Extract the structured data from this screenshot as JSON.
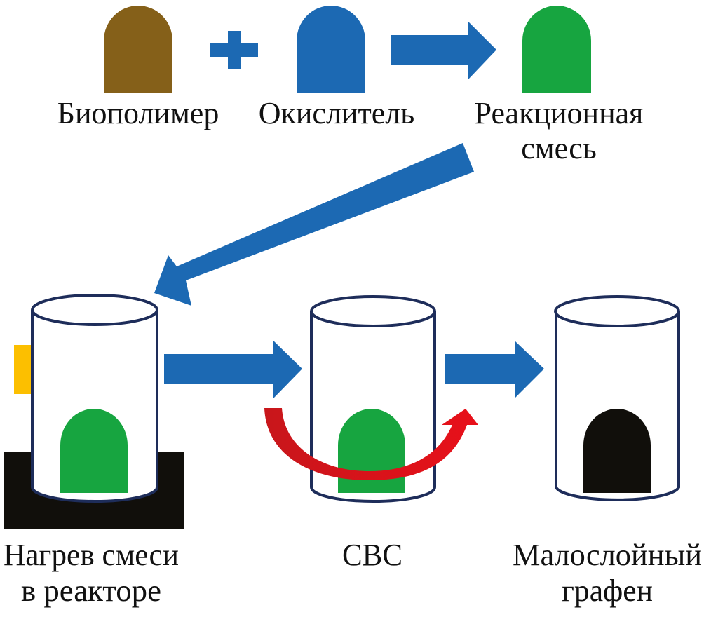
{
  "colors": {
    "biopolymer": "#856019",
    "oxidizer": "#1c69b3",
    "mixture": "#17a540",
    "graphene": "#110f0b",
    "arrow": "#1c69b3",
    "heat_arrow": "#e01018",
    "heater_plate": "#110f0b",
    "heater_tab": "#fcbf00",
    "vessel_outline": "#1e2d5a"
  },
  "top_row": {
    "biopolymer": {
      "label": "Биополимер"
    },
    "plus_symbol": "+",
    "oxidizer": {
      "label": "Окислитель"
    },
    "mixture": {
      "label_line1": "Реакционная",
      "label_line2": "смесь"
    }
  },
  "bottom_row": {
    "heating": {
      "label_line1": "Нагрев смеси",
      "label_line2": "в реакторе"
    },
    "shs": {
      "label": "СВС"
    },
    "product": {
      "label_line1": "Малослойный",
      "label_line2": "графен"
    }
  }
}
